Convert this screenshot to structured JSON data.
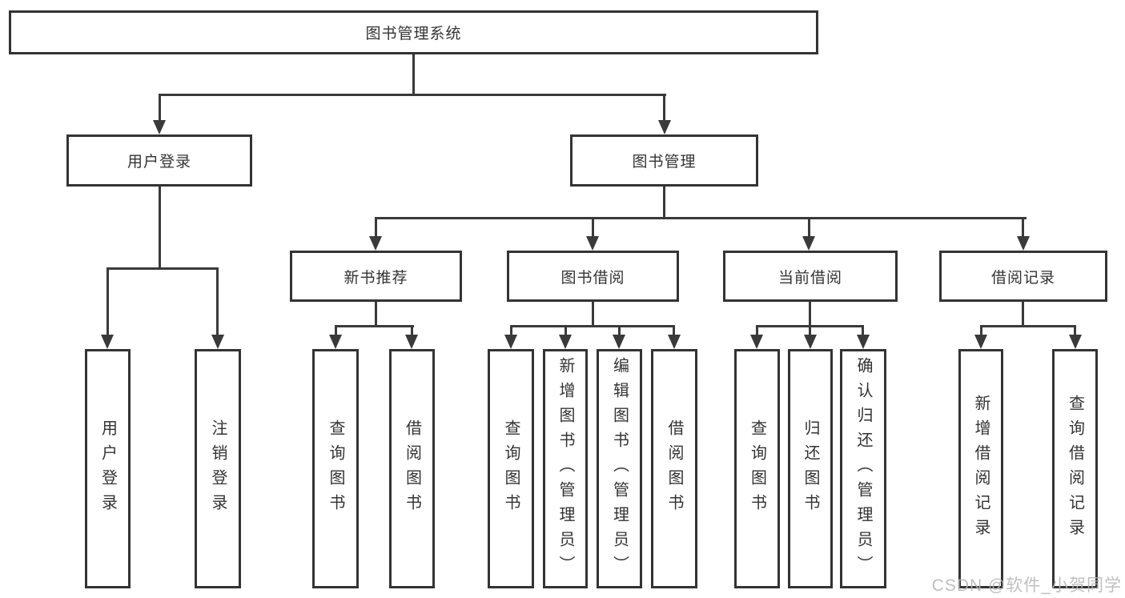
{
  "diagram": {
    "title": "图书管理系统",
    "branches": [
      {
        "label": "用户登录",
        "children": [
          {
            "label": "用户登录"
          },
          {
            "label": "注销登录"
          }
        ]
      },
      {
        "label": "图书管理",
        "groups": [
          {
            "label": "新书推荐",
            "children": [
              {
                "label": "查询图书"
              },
              {
                "label": "借阅图书"
              }
            ]
          },
          {
            "label": "图书借阅",
            "children": [
              {
                "label": "查询图书"
              },
              {
                "label": "新增图书（管理员）"
              },
              {
                "label": "编辑图书（管理员）"
              },
              {
                "label": "借阅图书"
              }
            ]
          },
          {
            "label": "当前借阅",
            "children": [
              {
                "label": "查询图书"
              },
              {
                "label": "归还图书"
              },
              {
                "label": "确认归还（管理员）"
              }
            ]
          },
          {
            "label": "借阅记录",
            "children": [
              {
                "label": "新增借阅记录"
              },
              {
                "label": "查询借阅记录"
              }
            ]
          }
        ]
      }
    ]
  },
  "watermark": {
    "text": "CSDN @软件_小贺同学"
  },
  "colors": {
    "line": "#3a3a3a",
    "border": "#333333",
    "text": "#333333",
    "watermark": "#b4b4b4",
    "background": "#ffffff"
  }
}
